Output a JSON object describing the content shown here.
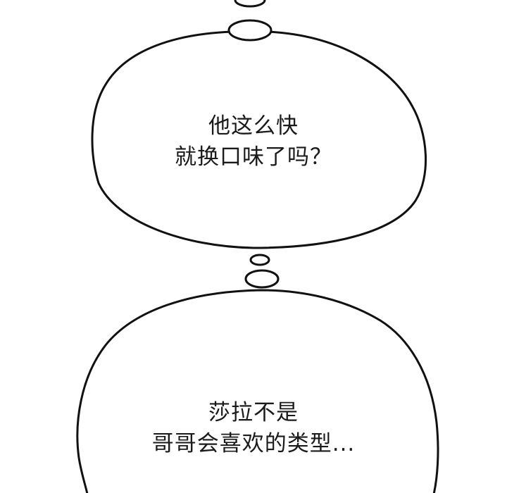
{
  "panel": {
    "background_color": "#ffffff",
    "stroke_color": "#111111"
  },
  "bubbles": [
    {
      "lines": [
        "他这么快",
        "就换口味了吗？"
      ]
    },
    {
      "lines": [
        "莎拉不是",
        "哥哥会喜欢的类型..."
      ]
    }
  ]
}
